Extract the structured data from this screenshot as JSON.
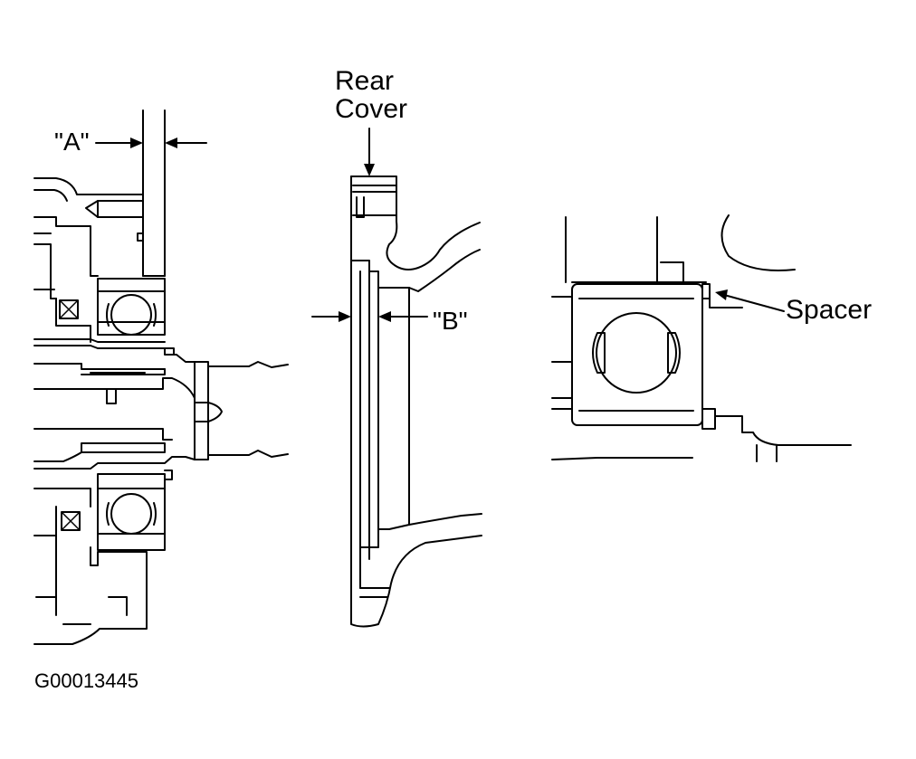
{
  "labels": {
    "dim_a": "\"A\"",
    "rear_cover_line1": "Rear",
    "rear_cover_line2": "Cover",
    "dim_b": "\"B\"",
    "spacer": "Spacer",
    "figure_code": "G00013445"
  },
  "colors": {
    "ink": "#000000",
    "background": "#ffffff"
  }
}
